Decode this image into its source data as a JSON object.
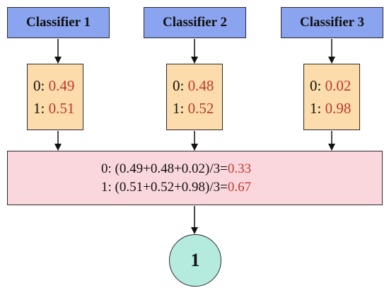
{
  "classifiers": [
    {
      "label": "Classifier 1",
      "p0": "0.49",
      "p1": "0.51"
    },
    {
      "label": "Classifier 2",
      "p0": "0.48",
      "p1": "0.52"
    },
    {
      "label": "Classifier 3",
      "p0": "0.02",
      "p1": "0.98"
    }
  ],
  "prefix0": "0:",
  "prefix1": "1:",
  "aggregate": {
    "line0_expr": "0:  (0.49+0.48+0.02)/3=",
    "line0_value": "0.33",
    "line1_expr": "1:  (0.51+0.52+0.98)/3=",
    "line1_value": "0.67"
  },
  "result": "1",
  "colors": {
    "classifier_box": "#8aa4ef",
    "probability_box": "#fbdcaa",
    "aggregate_box": "#fad7dc",
    "result_circle": "#b5eadf",
    "value_text": "#c0392b"
  }
}
